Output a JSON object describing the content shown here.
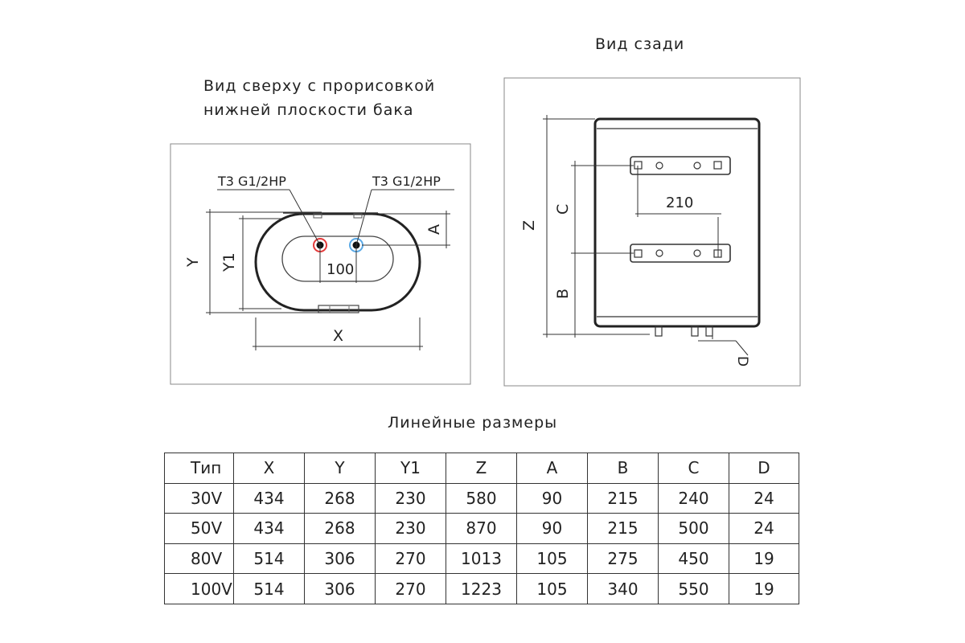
{
  "top_view": {
    "title_line1": "Вид сверху с прорисовкой",
    "title_line2": "нижней плоскости бака",
    "pipe_left_label": "Т3 G1/2НР",
    "pipe_right_label": "Т3 G1/2НР",
    "dim_y": "Y",
    "dim_y1": "Y1",
    "dim_x": "X",
    "dim_a": "A",
    "dim_pipe_spacing": "100",
    "hot_pipe_color": "#e33a3a",
    "cold_pipe_color": "#5aa9e6"
  },
  "back_view": {
    "title": "Вид сзади",
    "dim_z": "Z",
    "dim_c": "C",
    "dim_b": "B",
    "dim_d": "D",
    "dim_bracket_spacing": "210"
  },
  "table": {
    "title": "Линейные размеры",
    "headers": [
      "Тип",
      "X",
      "Y",
      "Y1",
      "Z",
      "A",
      "B",
      "C",
      "D"
    ],
    "rows": [
      [
        "30V",
        "434",
        "268",
        "230",
        "580",
        "90",
        "215",
        "240",
        "24"
      ],
      [
        "50V",
        "434",
        "268",
        "230",
        "870",
        "90",
        "215",
        "500",
        "24"
      ],
      [
        "80V",
        "514",
        "306",
        "270",
        "1013",
        "105",
        "275",
        "450",
        "19"
      ],
      [
        "100V",
        "514",
        "306",
        "270",
        "1223",
        "105",
        "340",
        "550",
        "19"
      ]
    ]
  }
}
